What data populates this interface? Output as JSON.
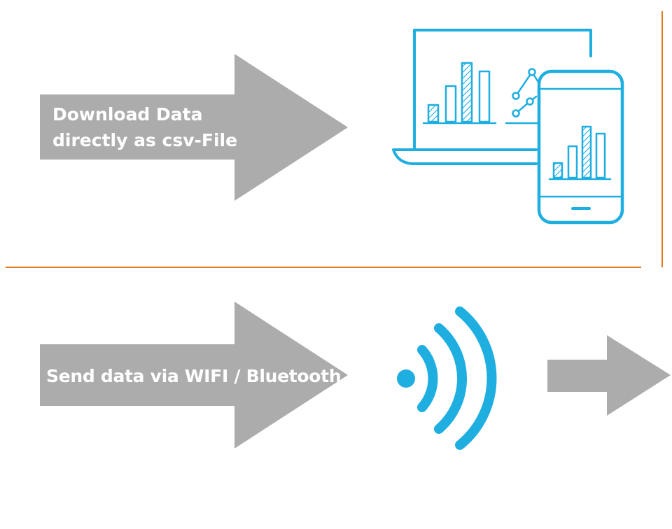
{
  "steps": [
    {
      "label_line1": "Download Data",
      "label_line2": "directly as csv-File",
      "icon": "laptop-and-phone-chart-icon"
    },
    {
      "label": "Send data via WIFI / Bluetooth",
      "icon": "wireless-signal-icon"
    }
  ],
  "colors": {
    "arrow": "#acacac",
    "icon": "#1eaee0",
    "divider": "#e07b22",
    "text": "#ffffff"
  }
}
